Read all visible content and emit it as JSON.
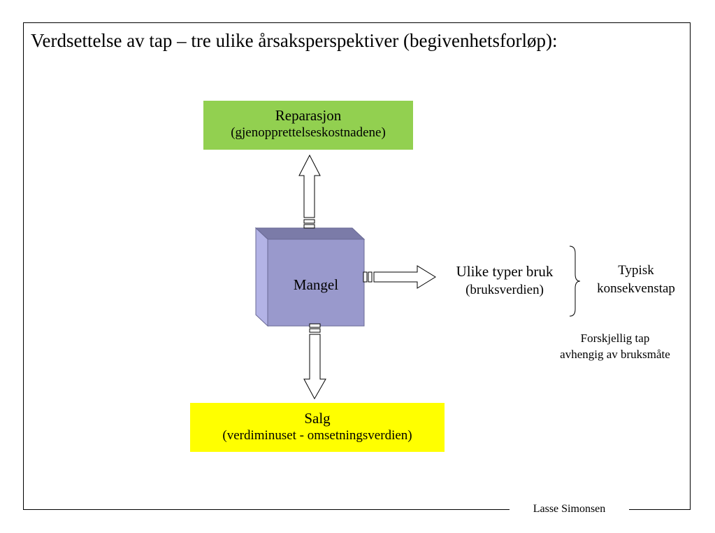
{
  "title": "Verdsettelse av tap – tre ulike årsaksperspektiver (begivenhetsforløp):",
  "center": {
    "label": "Mangel"
  },
  "repair": {
    "label": "Reparasjon",
    "sublabel": "(gjenopprettelseskostnadene)"
  },
  "usage": {
    "label": "Ulike typer bruk",
    "sublabel": "(bruksverdien)"
  },
  "sale": {
    "label": "Salg",
    "sublabel": "(verdiminuset - omsetningsverdien)"
  },
  "consequence": {
    "line1": "Typisk",
    "line2": "konsekvenstap"
  },
  "note": {
    "line1": "Forskjellig tap",
    "line2": "avhengig av bruksmåte"
  },
  "footer": {
    "author": "Lasse Simonsen"
  },
  "colors": {
    "repair": "#92d050",
    "sale": "#ffff00",
    "cube_front": "#9999cc",
    "cube_side": "#b3b3e6",
    "cube_top": "#7b7ba8"
  }
}
